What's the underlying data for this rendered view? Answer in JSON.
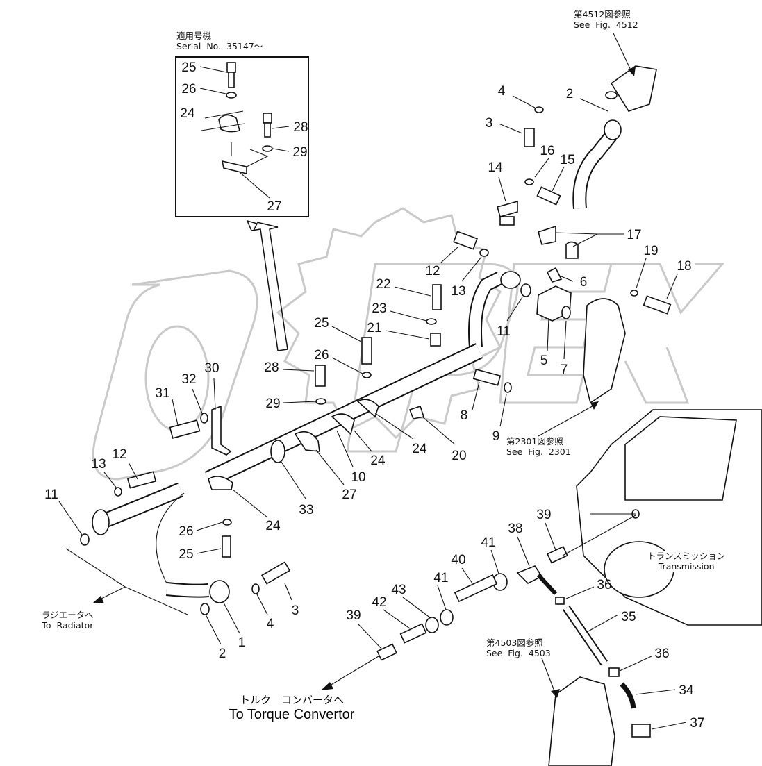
{
  "watermark": "OPEX",
  "inset": {
    "title_jp": "適用号機",
    "title_en": "Serial  No.  35147～",
    "callouts": [
      "25",
      "26",
      "24",
      "28",
      "29",
      "27"
    ]
  },
  "notes": {
    "fig4512_jp": "第4512図参照",
    "fig4512_en": "See  Fig.  4512",
    "fig2301_jp": "第2301図参照",
    "fig2301_en": "See  Fig.  2301",
    "transmission_jp": "トランスミッション",
    "transmission_en": "Transmission",
    "radiator_jp": "ラジエータへ",
    "radiator_en": "To  Radiator",
    "fig4503_jp": "第4503図参照",
    "fig4503_en": "See  Fig.  4503",
    "torque_jp": "トルク　コンバータへ",
    "torque_en": "To  Torque  Convertor"
  },
  "callouts": [
    "4",
    "2",
    "3",
    "16",
    "15",
    "14",
    "17",
    "19",
    "18",
    "12",
    "13",
    "6",
    "22",
    "23",
    "11",
    "5",
    "7",
    "21",
    "25",
    "26",
    "28",
    "30",
    "32",
    "31",
    "29",
    "8",
    "9",
    "20",
    "24",
    "24",
    "10",
    "27",
    "33",
    "24",
    "12",
    "13",
    "11",
    "26",
    "25",
    "3",
    "4",
    "1",
    "2",
    "39",
    "38",
    "41",
    "40",
    "36",
    "41",
    "43",
    "35",
    "42",
    "39",
    "36",
    "34",
    "37"
  ]
}
